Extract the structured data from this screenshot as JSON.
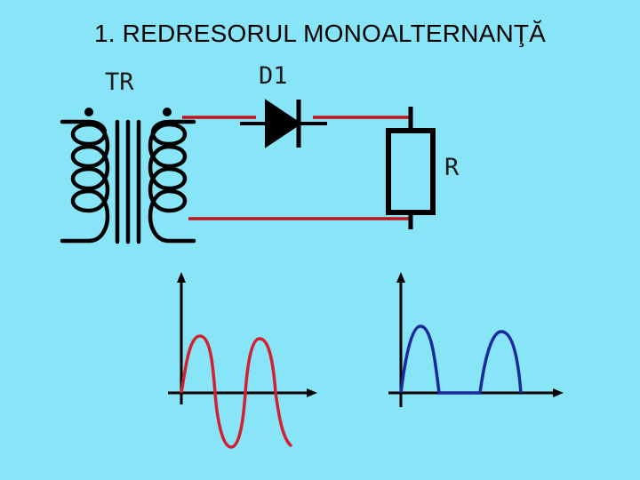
{
  "title": "1. REDRESORUL MONOALTERNANŢĂ",
  "labels": {
    "transformer": "TR",
    "diode": "D1",
    "resistor": "R"
  },
  "colors": {
    "background": "#88e4f7",
    "wire": "#c0141c",
    "component": "#000000",
    "input_wave": "#d22030",
    "output_wave": "#1a2a9a"
  }
}
